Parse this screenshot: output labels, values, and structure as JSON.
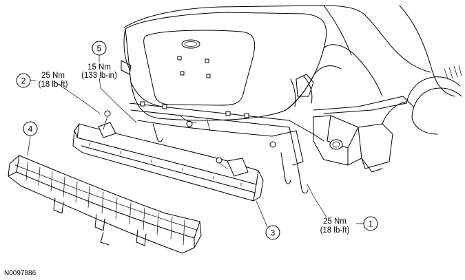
{
  "figure_code": "N0097886",
  "callouts": [
    {
      "number": "1",
      "torque_nm": "25 Nm",
      "torque_imperial": "(18 lb-ft)"
    },
    {
      "number": "2",
      "torque_nm": "25 Nm",
      "torque_imperial": "(18 lb-ft)"
    },
    {
      "number": "3"
    },
    {
      "number": "4"
    },
    {
      "number": "5",
      "torque_nm": "15 Nm",
      "torque_imperial": "(133 lb-in)"
    }
  ]
}
